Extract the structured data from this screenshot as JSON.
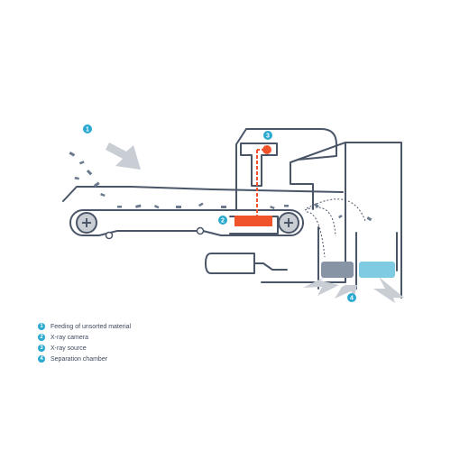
{
  "colors": {
    "outline": "#4a5568",
    "accent": "#29a9cf",
    "xray": "#f0532a",
    "arrow": "#c9ced4",
    "particle": "#6b7a8f"
  },
  "badges": [
    {
      "num": "1"
    },
    {
      "num": "2"
    },
    {
      "num": "3"
    },
    {
      "num": "4"
    }
  ],
  "legend": [
    {
      "num": "1",
      "label": "Feeding of unsorted material"
    },
    {
      "num": "2",
      "label": "X-ray camera"
    },
    {
      "num": "3",
      "label": "X-ray source"
    },
    {
      "num": "4",
      "label": "Separation chamber"
    }
  ],
  "icons": [
    "plus-icon",
    "arrow-icon"
  ]
}
